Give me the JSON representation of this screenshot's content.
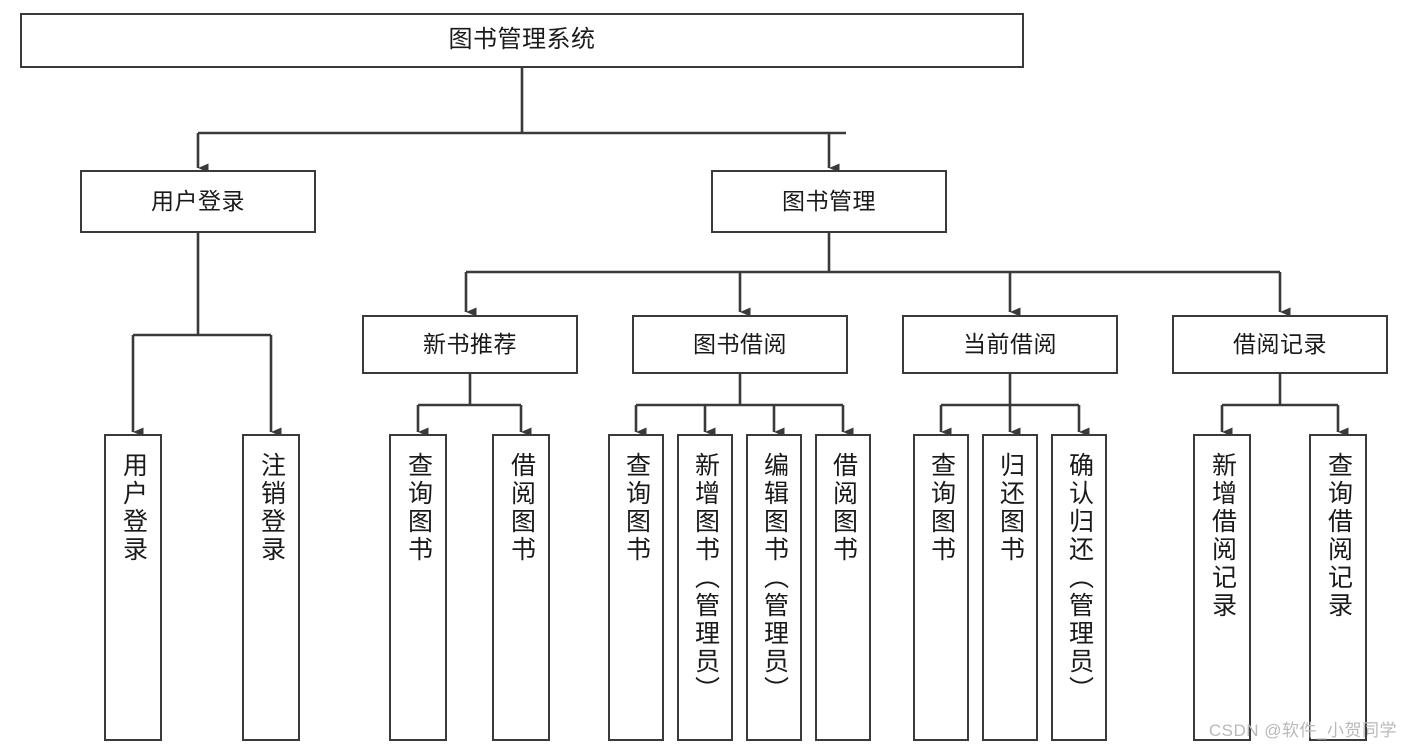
{
  "diagram": {
    "title": "图书管理系统",
    "type": "hierarchy-tree",
    "watermark": "CSDN @软件_小贺同学",
    "colors": {
      "box_border": "#3a3a3a",
      "box_fill": "#ffffff",
      "connector": "#3a3a3a",
      "watermark": "#b9b9b9",
      "background": "#ffffff"
    },
    "levels": {
      "root": {
        "label": "图书管理系统"
      },
      "level2": [
        {
          "label": "用户登录"
        },
        {
          "label": "图书管理"
        }
      ],
      "level3": [
        {
          "label": "新书推荐"
        },
        {
          "label": "图书借阅"
        },
        {
          "label": "当前借阅"
        },
        {
          "label": "借阅记录"
        }
      ],
      "leaves": {
        "user_login": [
          {
            "label": "用户登录"
          },
          {
            "label": "注销登录"
          }
        ],
        "new_book_recommend": [
          {
            "label": "查询图书"
          },
          {
            "label": "借阅图书"
          }
        ],
        "book_borrow": [
          {
            "label": "查询图书"
          },
          {
            "label": "新增图书（管理员）"
          },
          {
            "label": "编辑图书（管理员）"
          },
          {
            "label": "借阅图书"
          }
        ],
        "current_borrow": [
          {
            "label": "查询图书"
          },
          {
            "label": "归还图书"
          },
          {
            "label": "确认归还（管理员）"
          }
        ],
        "borrow_record": [
          {
            "label": "新增借阅记录"
          },
          {
            "label": "查询借阅记录"
          }
        ]
      }
    }
  }
}
